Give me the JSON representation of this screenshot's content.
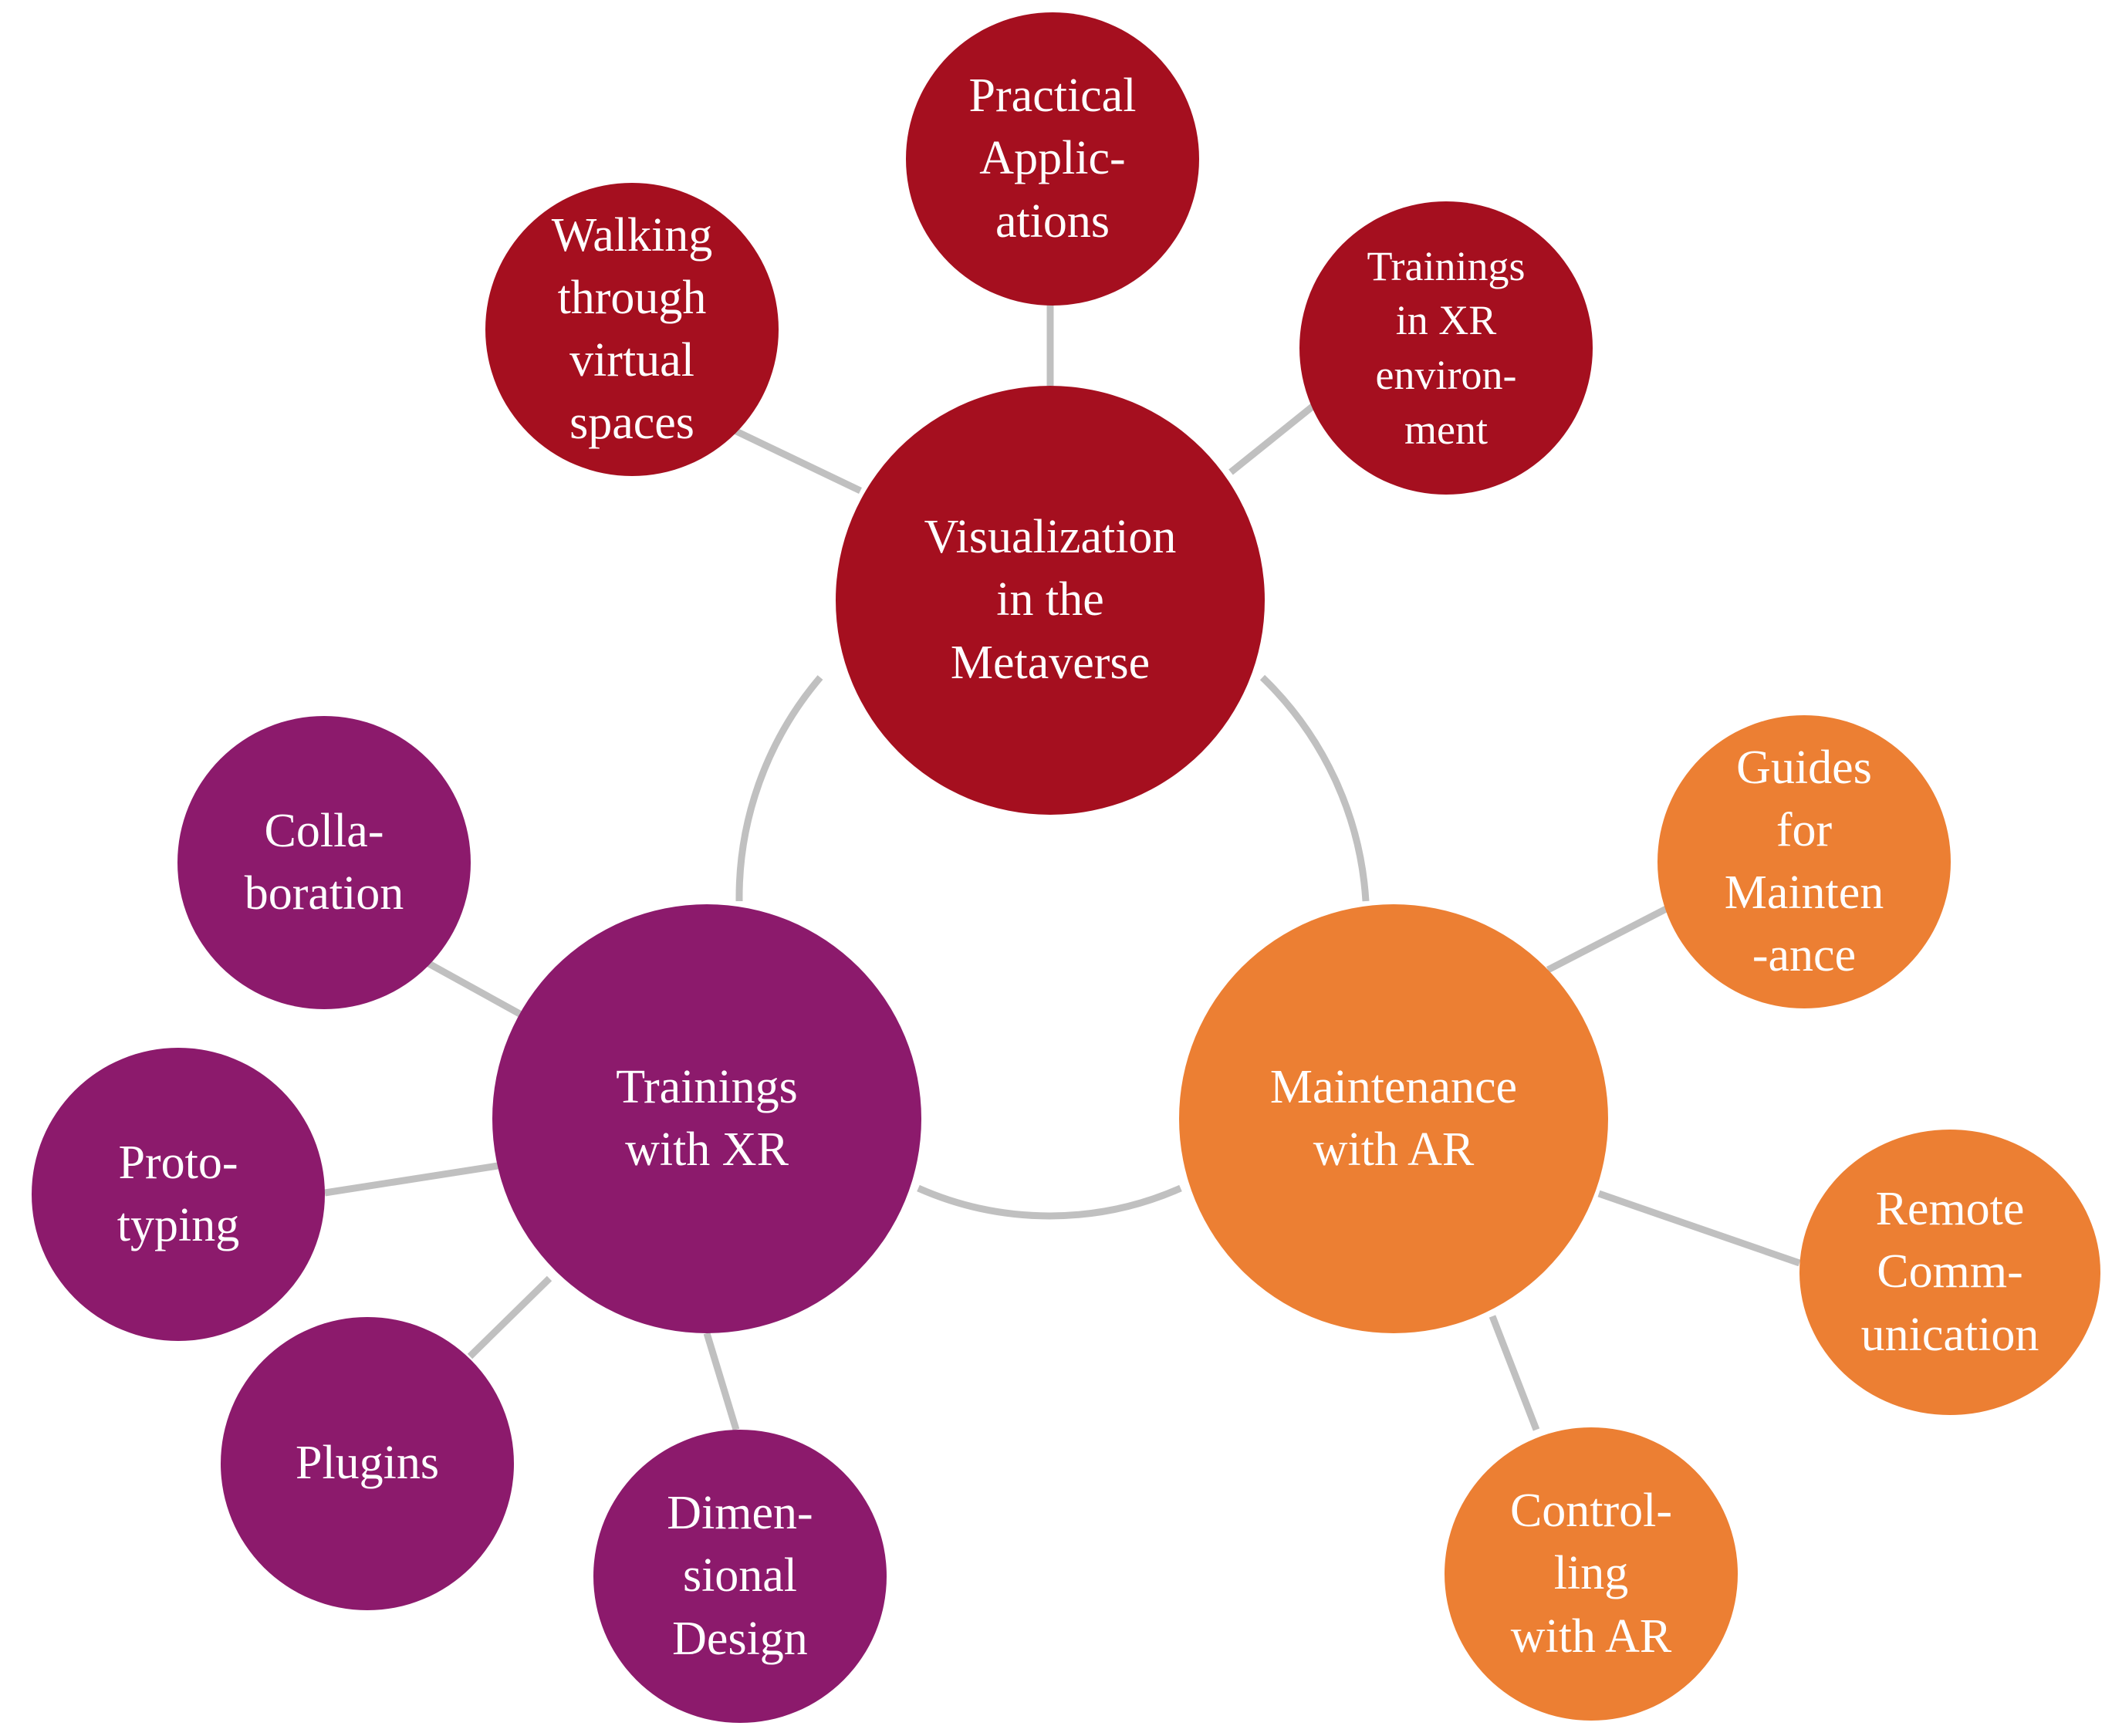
{
  "diagram": {
    "type": "bubble-cluster",
    "colors": {
      "visualization": "#a50f1f",
      "trainings": "#8c1a6c",
      "maintenance": "#ec7f33",
      "connector": "#c0c0c0",
      "text": "#ffffff"
    },
    "hubs": {
      "visualization": "Visualization\nin the\nMetaverse",
      "trainings": "Trainings\nwith XR",
      "maintenance": "Maintenance\nwith AR"
    },
    "visualization_children": {
      "walking": "Walking\nthrough\nvirtual\nspaces",
      "practical": "Practical\nApplic-\nations",
      "trainings_xr_env": "Trainings\nin XR\nenviron-\nment"
    },
    "trainings_children": {
      "collaboration": "Colla-\nboration",
      "prototyping": "Proto-\ntyping",
      "plugins": "Plugins",
      "dimensional_design": "Dimen-\nsional\nDesign"
    },
    "maintenance_children": {
      "guides": "Guides\nfor\nMainten\n-ance",
      "remote": "Remote\nComm-\nunication",
      "controlling": "Control-\nling\nwith AR"
    }
  }
}
